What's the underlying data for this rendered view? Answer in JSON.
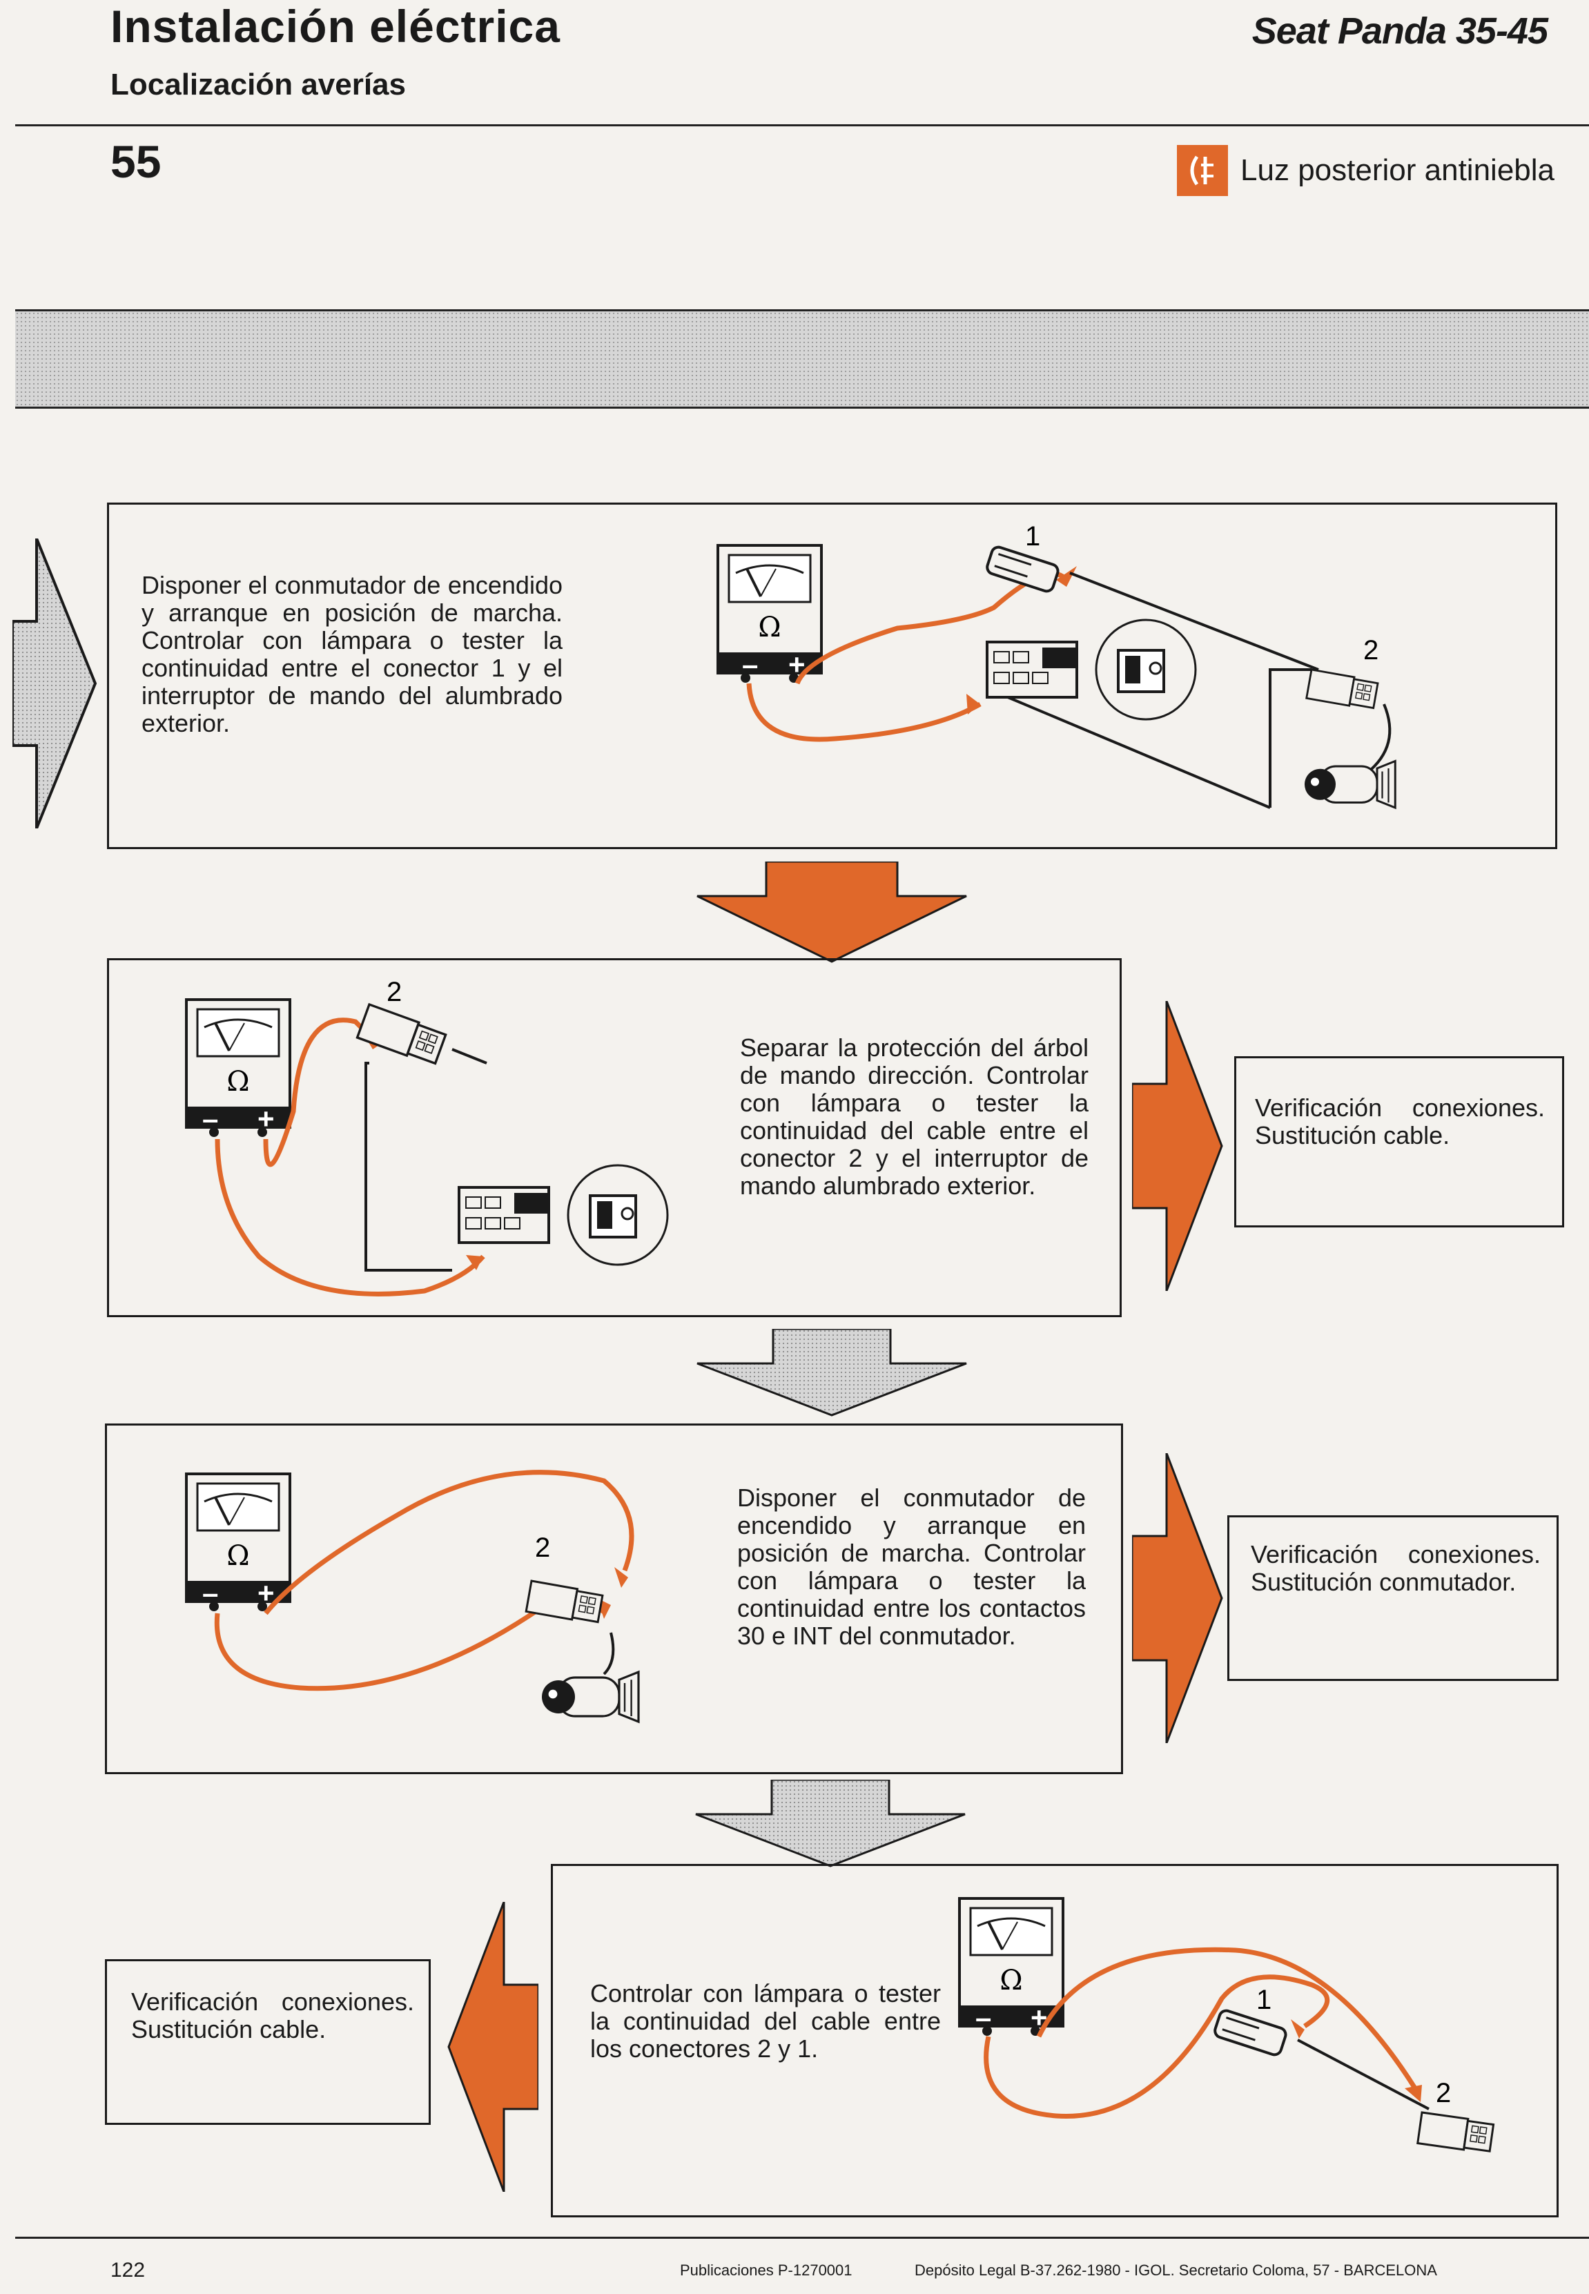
{
  "header": {
    "title": "Instalación eléctrica",
    "subtitle": "Localización averías",
    "brand": "Seat Panda 35-45",
    "page_section": "55",
    "section_title": "Luz posterior antiniebla",
    "section_icon": "fog-lamp-icon"
  },
  "steps": [
    {
      "text": "Disponer el conmutador de encendido y arranque en posición de marcha. Controlar con lámpara o tester la continuidad entre el conector 1 y el interruptor de mando del alumbrado exterior.",
      "connector_labels": [
        "1",
        "2"
      ]
    },
    {
      "text": "Separar la protección del árbol de mando dirección. Controlar con lámpara o tester la continuidad del cable entre el conector 2 y el interruptor de mando alumbrado exterior.",
      "connector_labels": [
        "2"
      ],
      "result": "Verificación conexiones. Sustitución cable."
    },
    {
      "text": "Disponer el conmutador de encendido y arranque en posición de marcha. Controlar con lámpara o tester la continuidad entre los contactos 30 e INT del conmutador.",
      "connector_labels": [
        "2"
      ],
      "result": "Verificación conexiones. Sustitución conmutador."
    },
    {
      "text": "Controlar con lámpara o tester la continuidad del cable entre los conectores 2 y 1.",
      "connector_labels": [
        "1",
        "2"
      ],
      "result": "Verificación conexiones. Sustitución cable."
    }
  ],
  "meter": {
    "symbol": "Ω",
    "minus": "–",
    "plus": "+"
  },
  "footer": {
    "page": "122",
    "publication": "Publicaciones P-1270001",
    "legal": "Depósito Legal B-37.262-1980 - IGOL. Secretario Coloma, 57 - BARCELONA"
  },
  "colors": {
    "accent": "#e0682a",
    "ink": "#1a1a1a",
    "paper": "#f4f2ee"
  }
}
